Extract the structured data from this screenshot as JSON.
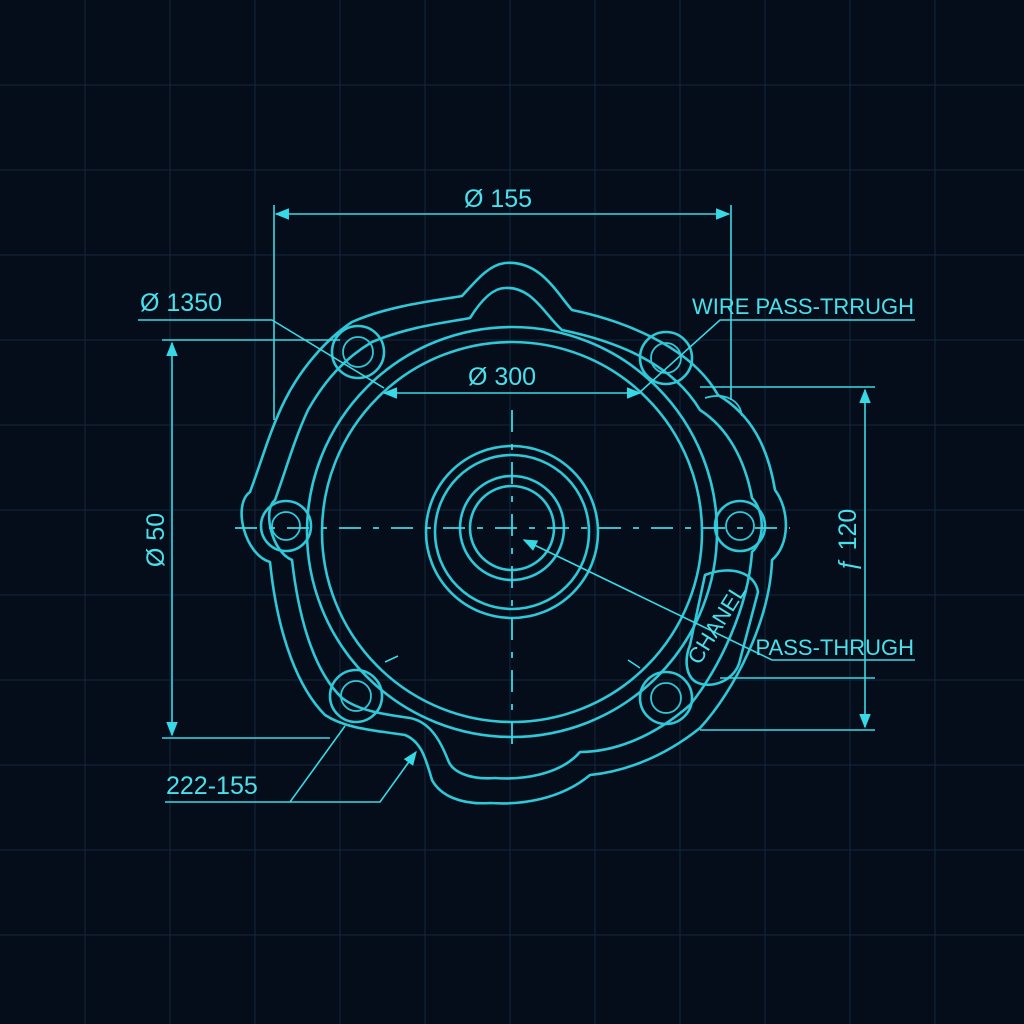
{
  "dimensions": {
    "top_width": "Ø 155",
    "upper_left_hole": "Ø 1350",
    "inner_bore": "Ø 300",
    "left_height": "Ø 50",
    "right_height": "ƒ 120",
    "bottom_left": "222-155"
  },
  "callouts": {
    "wire_pass_through": "WIRE PASS-TRRUGH",
    "pass_through": "PASS-THRUGH",
    "channel": "CHANEL"
  },
  "colors": {
    "background": "#050d1b",
    "grid": "#13283c",
    "line": "#2ec8d8",
    "text": "#49e0ec"
  }
}
